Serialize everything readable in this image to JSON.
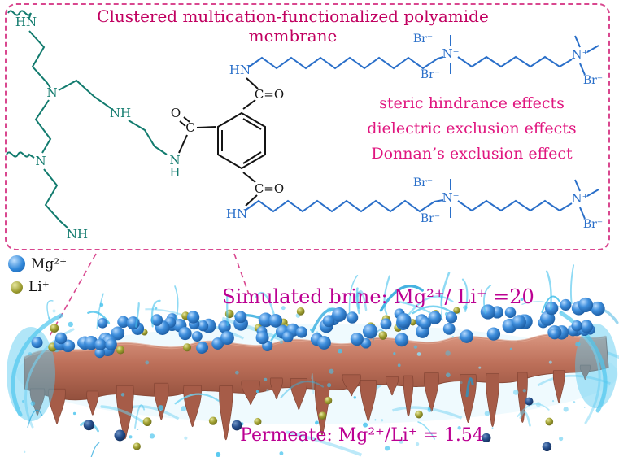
{
  "title": "Clustered multication-functionalized polyamide membrane",
  "effects": [
    "steric hindrance effects",
    "dielectric exclusion effects",
    "Donnan’s exclusion effect"
  ],
  "legend": {
    "mg_label": "Mg²⁺",
    "li_label": "Li⁺"
  },
  "scene": {
    "brine_label": "Simulated brine: Mg²⁺/ Li⁺ =20",
    "permeate_label": "Permeate: Mg²⁺/Li⁺ = 1.54"
  },
  "structure_labels": {
    "hn": "HN",
    "n": "N",
    "nh": "NH",
    "h": "H",
    "o": "O",
    "c": "C",
    "co": "C=O",
    "n_plus": "N⁺",
    "br_minus": "Br⁻"
  },
  "colors": {
    "accent_pink": "#d9478f",
    "title_color": "#c10060",
    "effects_color": "#e0167f",
    "teal_structure": "#127b6e",
    "blue_chain": "#2a6fc9",
    "mg_blue": "#2f86d8",
    "li_olive": "#9a9a2e",
    "membrane_brown": "#bc6f59",
    "water_cyan": "#2fb9e8",
    "scene_text": "#bc0092"
  }
}
